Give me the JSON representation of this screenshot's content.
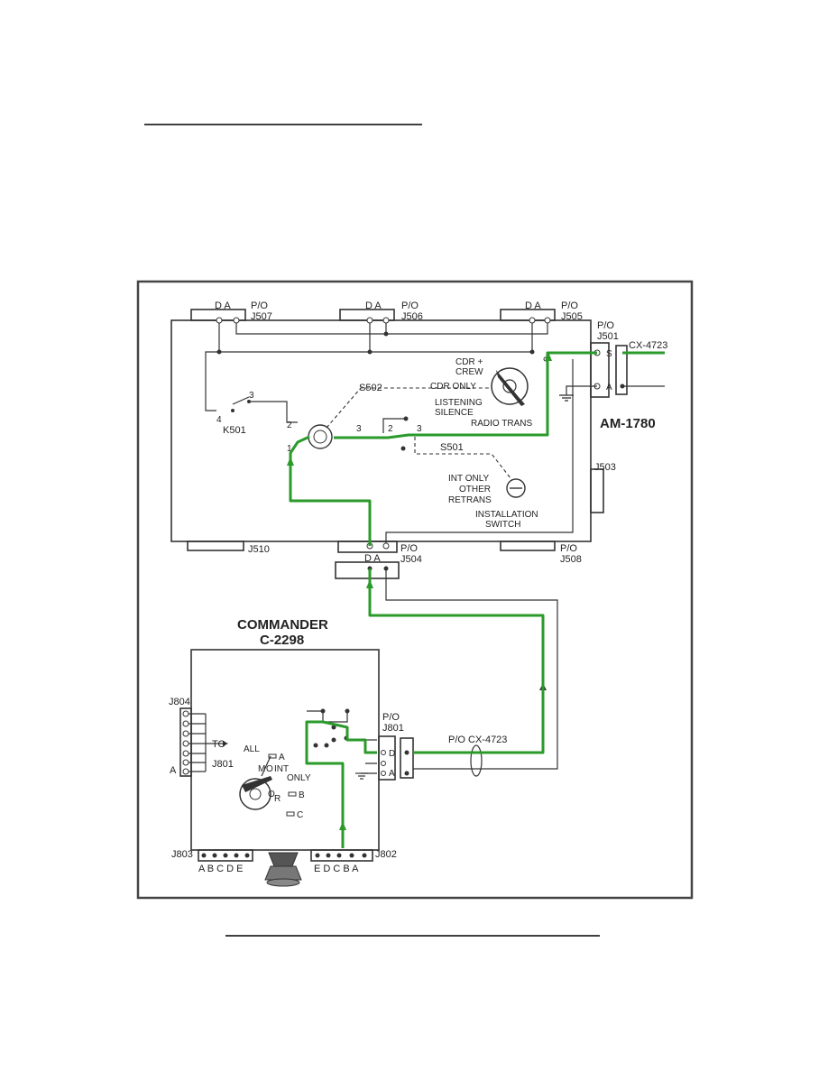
{
  "title_rule": "",
  "footer_rule": "",
  "am1780": {
    "name": "AM-1780",
    "connectors_top": [
      {
        "pins": "D  A",
        "label": "P/O",
        "id": "J507"
      },
      {
        "pins": "D  A",
        "label": "P/O",
        "id": "J506"
      },
      {
        "pins": "D  A",
        "label": "P/O",
        "id": "J505"
      }
    ],
    "j501": {
      "label": "P/O",
      "id": "J501",
      "pin_s": "S",
      "pin_a": "A"
    },
    "cx4723_top": "CX-4723",
    "s502": {
      "id": "S502",
      "positions": [
        "CDR +",
        "CREW",
        "CDR ONLY",
        "LISTENING",
        "SILENCE",
        "RADIO TRANS"
      ]
    },
    "k501": {
      "id": "K501",
      "contacts": [
        "2",
        "3",
        "4",
        "1"
      ]
    },
    "wafer_labels": [
      "3",
      "2",
      "3"
    ],
    "s501": {
      "id": "S501",
      "positions": [
        "INT ONLY",
        "OTHER",
        "RETRANS"
      ],
      "caption_1": "INSTALLATION",
      "caption_2": "SWITCH"
    },
    "j503": "J503",
    "j510": "J510",
    "j508": {
      "label": "P/O",
      "id": "J508"
    },
    "j504": {
      "pins": "D  A",
      "label": "P/O",
      "id": "J504"
    }
  },
  "commander": {
    "title_1": "COMMANDER",
    "title_2": "C-2298",
    "j804": "J804",
    "to_label": "TO",
    "to_target": "J801",
    "side_pin": "A",
    "monitor_switch": {
      "letters": [
        "M",
        "O",
        "N",
        "I",
        "T",
        "O",
        "R"
      ],
      "positions": [
        "ALL",
        "A",
        "INT",
        "ONLY",
        "B",
        "C"
      ]
    },
    "j801": {
      "label": "P/O",
      "id": "J801",
      "pin_d": "D",
      "pin_a": "A"
    },
    "cable": "P/O CX-4723",
    "j803": {
      "id": "J803",
      "pins": "A B C D E"
    },
    "j802": {
      "id": "J802",
      "pins": "E D C B A"
    }
  },
  "icons": [
    "ground-icon",
    "speaker-icon",
    "rotary-switch-icon",
    "arrow-icon"
  ],
  "colors": {
    "signal_path": "#2a9a2a",
    "wire": "#333333",
    "background": "#ffffff"
  }
}
